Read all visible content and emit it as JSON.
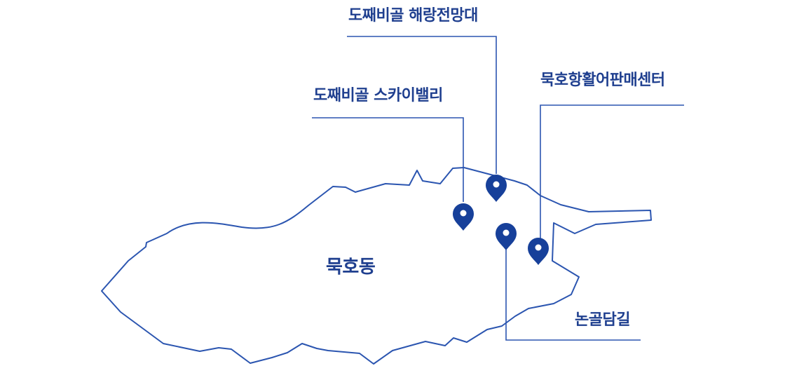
{
  "map": {
    "region_name": "묵호동",
    "colors": {
      "accent": "#1f3f8f",
      "pin": "#17409a",
      "outline": "#2b55b0"
    },
    "places": [
      {
        "id": "skyvalley",
        "label": "도째비골 스카이밸리",
        "icon": "map-pin-icon"
      },
      {
        "id": "observatory",
        "label": "도째비골 해랑전망대",
        "icon": "map-pin-icon"
      },
      {
        "id": "fishmarket",
        "label": "묵호항활어판매센터",
        "icon": "map-pin-icon"
      },
      {
        "id": "nongoldamgil",
        "label": "논골담길",
        "icon": "map-pin-icon"
      }
    ]
  }
}
